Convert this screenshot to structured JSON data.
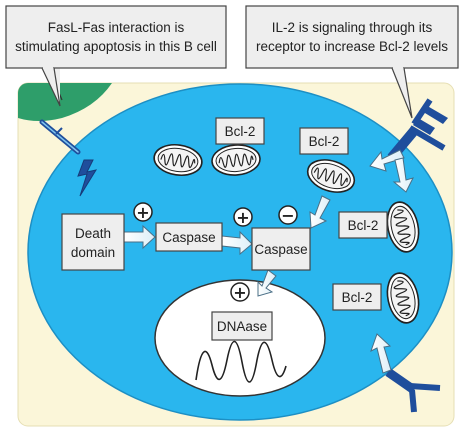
{
  "callouts": {
    "left": {
      "line1": "FasL-Fas interaction is",
      "line2": "stimulating apoptosis in this B cell"
    },
    "right": {
      "line1": "IL-2 is signaling through its",
      "line2": "receptor to increase Bcl-2 levels"
    }
  },
  "labels": {
    "bcl2_top": "Bcl-2",
    "bcl2_upper_right": "Bcl-2",
    "bcl2_right": "Bcl-2",
    "bcl2_lower_right": "Bcl-2",
    "death_domain_line1": "Death",
    "death_domain_line2": "domain",
    "caspase_1": "Caspase",
    "caspase_2": "Caspase",
    "dnaase": "DNAase"
  },
  "signs": {
    "plus": "+",
    "minus": "−"
  },
  "colors": {
    "cell_fill": "#2ab6ee",
    "cell_stroke": "#1d8fc4",
    "outer_bg": "#fbf6d9",
    "neighbor_cell": "#2e9e6a",
    "receptor": "#1f4e9c",
    "arrow_fill": "#ffffff",
    "label_fill": "#eeeeee",
    "callout_fill": "#eeeeee"
  },
  "icons": {
    "receptor": "receptor-icon",
    "mitochondrion": "mitochondrion-icon",
    "lightning": "lightning-icon",
    "dna_wave": "dna-wave-icon"
  }
}
